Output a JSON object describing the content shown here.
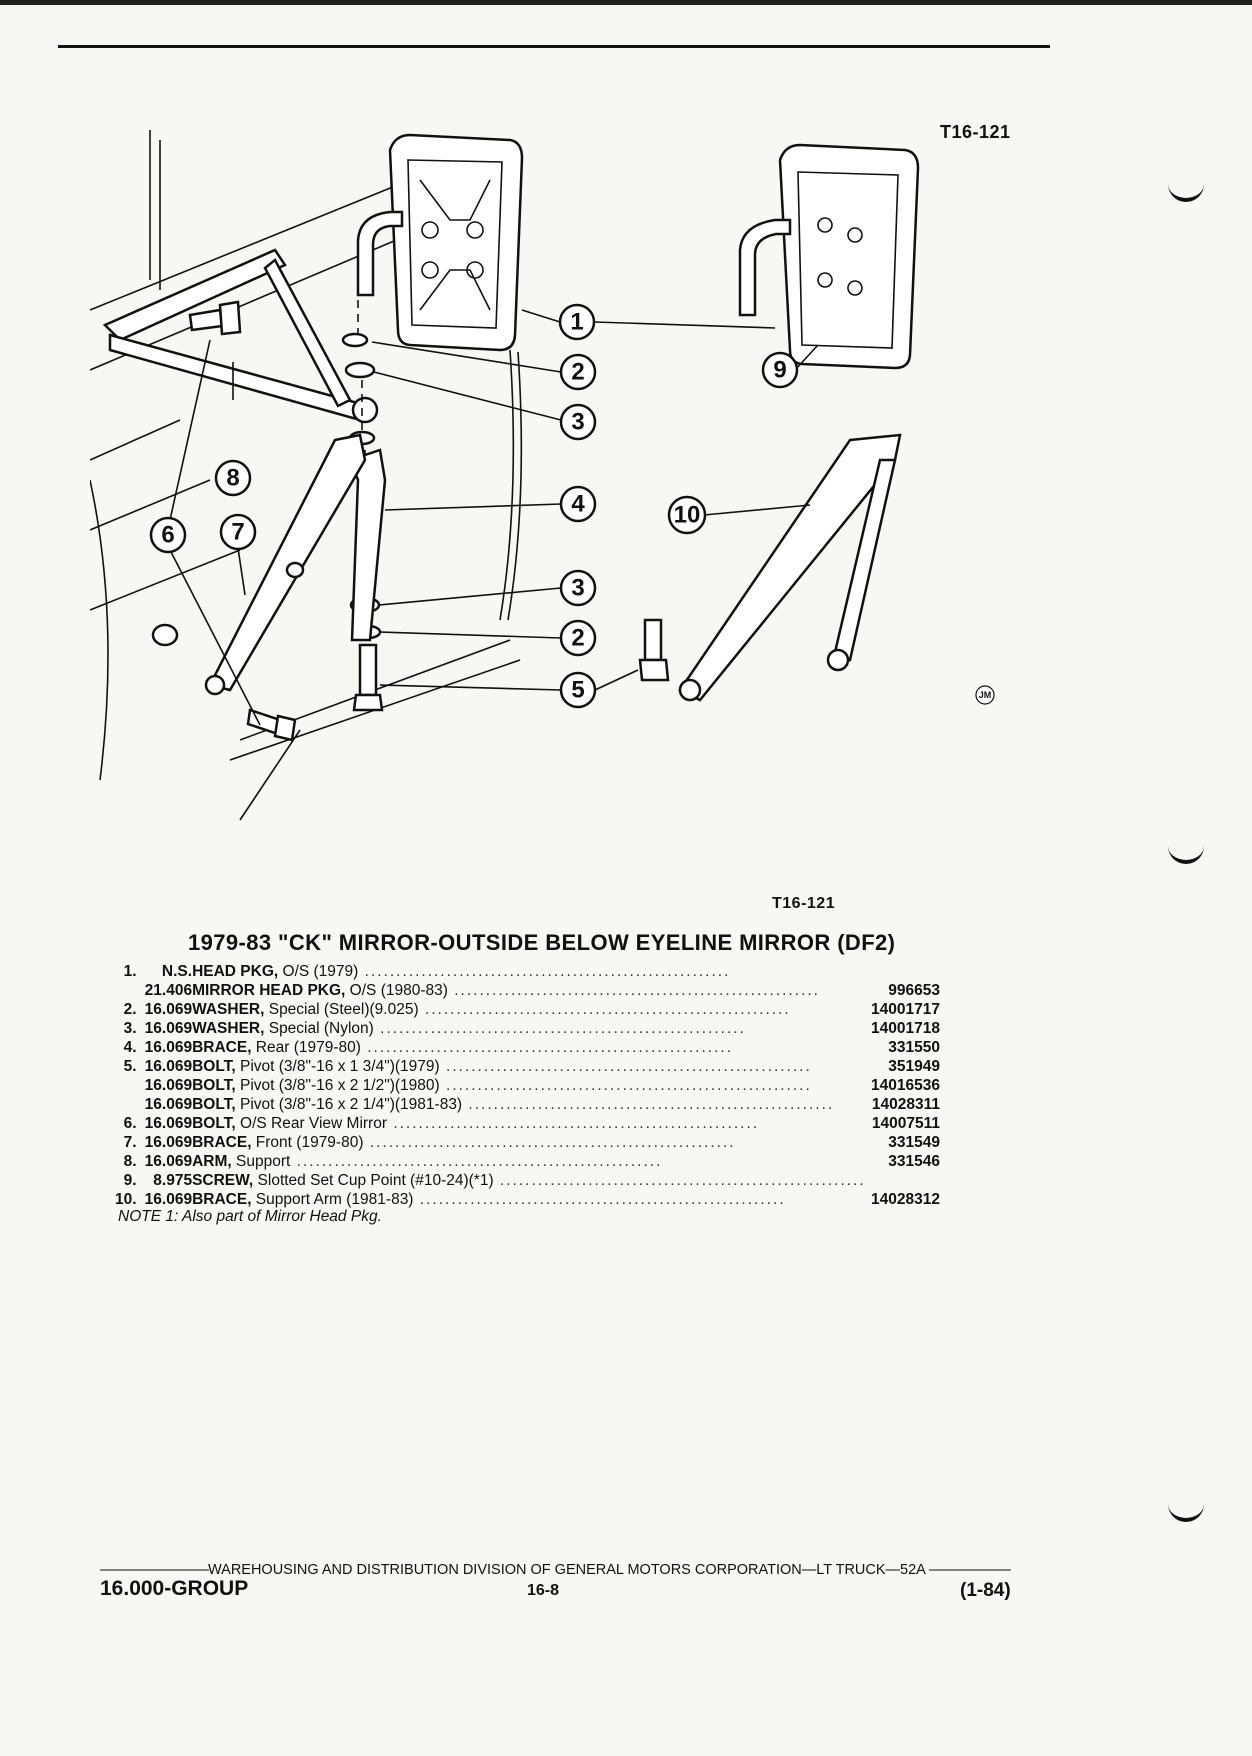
{
  "figure_id_top": "T16-121",
  "figure_id_bottom": "T16-121",
  "diagram": {
    "callouts": [
      "1",
      "2",
      "3",
      "4",
      "3",
      "2",
      "5",
      "6",
      "7",
      "8",
      "9",
      "10"
    ],
    "artist_mark": "JM"
  },
  "section_title": "1979-83 \"CK\" MIRROR-OUTSIDE BELOW EYELINE MIRROR (DF2)",
  "parts": [
    {
      "num": "1.",
      "group": "N.S.",
      "name": "HEAD PKG,",
      "detail": " O/S (1979)",
      "part_no": ""
    },
    {
      "num": "",
      "group": "21.406",
      "name": "MIRROR HEAD PKG,",
      "detail": " O/S (1980-83)",
      "part_no": "996653"
    },
    {
      "num": "2.",
      "group": "16.069",
      "name": "WASHER,",
      "detail": " Special (Steel)(9.025)",
      "part_no": "14001717"
    },
    {
      "num": "3.",
      "group": "16.069",
      "name": "WASHER,",
      "detail": " Special (Nylon)",
      "part_no": "14001718"
    },
    {
      "num": "4.",
      "group": "16.069",
      "name": "BRACE,",
      "detail": " Rear (1979-80)",
      "part_no": "331550"
    },
    {
      "num": "5.",
      "group": "16.069",
      "name": "BOLT,",
      "detail": " Pivot (3/8\"-16 x 1 3/4\")(1979)",
      "part_no": "351949"
    },
    {
      "num": "",
      "group": "16.069",
      "name": "BOLT,",
      "detail": " Pivot (3/8\"-16 x 2 1/2\")(1980)",
      "part_no": "14016536"
    },
    {
      "num": "",
      "group": "16.069",
      "name": "BOLT,",
      "detail": " Pivot (3/8\"-16 x 2 1/4\")(1981-83)",
      "part_no": "14028311"
    },
    {
      "num": "6.",
      "group": "16.069",
      "name": "BOLT,",
      "detail": " O/S Rear View Mirror",
      "part_no": "14007511"
    },
    {
      "num": "7.",
      "group": "16.069",
      "name": "BRACE,",
      "detail": " Front (1979-80)",
      "part_no": "331549"
    },
    {
      "num": "8.",
      "group": "16.069",
      "name": "ARM,",
      "detail": " Support",
      "part_no": "331546"
    },
    {
      "num": "9.",
      "group": "8.975",
      "name": "SCREW,",
      "detail": " Slotted Set Cup Point (#10-24)(*1)",
      "part_no": ""
    },
    {
      "num": "10.",
      "group": "16.069",
      "name": "BRACE,",
      "detail": " Support Arm (1981-83)",
      "part_no": "14028312"
    }
  ],
  "note": "NOTE 1: Also part of Mirror Head Pkg.",
  "footer": {
    "division_line": "WAREHOUSING AND DISTRIBUTION DIVISION OF GENERAL MOTORS CORPORATION—LT TRUCK—52A",
    "group": "16.000-GROUP",
    "page": "16-8",
    "date": "(1-84)"
  }
}
